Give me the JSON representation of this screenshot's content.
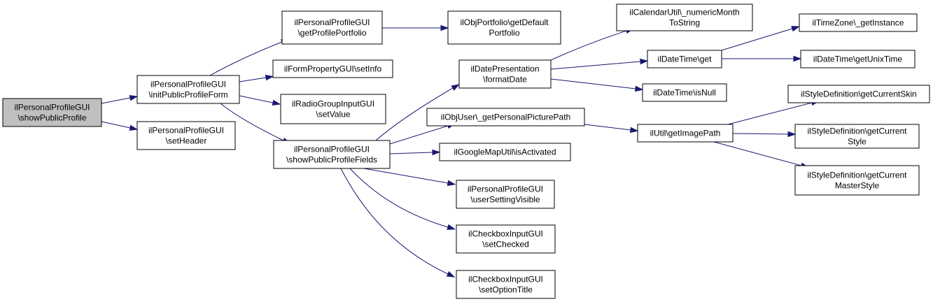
{
  "colors": {
    "edge": "#191970",
    "root_fill": "#bfbfbf",
    "node_fill": "#ffffff",
    "border": "#000000"
  },
  "nodes": {
    "showPublicProfile": [
      "ilPersonalProfileGUI",
      "\\showPublicProfile"
    ],
    "initPublicProfileForm": [
      "ilPersonalProfileGUI",
      "\\initPublicProfileForm"
    ],
    "setHeader": [
      "ilPersonalProfileGUI",
      "\\setHeader"
    ],
    "getProfilePortfolio": [
      "ilPersonalProfileGUI",
      "\\getProfilePortfolio"
    ],
    "setInfo": [
      "ilFormPropertyGUI\\setInfo"
    ],
    "setValue": [
      "ilRadioGroupInputGUI",
      "\\setValue"
    ],
    "showPublicProfileFields": [
      "ilPersonalProfileGUI",
      "\\showPublicProfileFields"
    ],
    "getDefaultPortfolio": [
      "ilObjPortfolio\\getDefault",
      "Portfolio"
    ],
    "formatDate": [
      "ilDatePresentation",
      "\\formatDate"
    ],
    "getPersonalPicturePath": [
      "ilObjUser\\_getPersonalPicturePath"
    ],
    "isActivated": [
      "ilGoogleMapUtil\\isActivated"
    ],
    "userSettingVisible": [
      "ilPersonalProfileGUI",
      "\\userSettingVisible"
    ],
    "setChecked": [
      "ilCheckboxInputGUI",
      "\\setChecked"
    ],
    "setOptionTitle": [
      "ilCheckboxInputGUI",
      "\\setOptionTitle"
    ],
    "numericMonthToString": [
      "ilCalendarUtil\\_numericMonth",
      "ToString"
    ],
    "dateTimeGet": [
      "ilDateTime\\get"
    ],
    "isNull": [
      "ilDateTime\\isNull"
    ],
    "getImagePath": [
      "ilUtil\\getImagePath"
    ],
    "getInstance": [
      "ilTimeZone\\_getInstance"
    ],
    "getUnixTime": [
      "ilDateTime\\getUnixTime"
    ],
    "getCurrentSkin": [
      "ilStyleDefinition\\getCurrentSkin"
    ],
    "getCurrentStyle": [
      "ilStyleDefinition\\getCurrent",
      "Style"
    ],
    "getCurrentMasterStyle": [
      "ilStyleDefinition\\getCurrent",
      "MasterStyle"
    ]
  }
}
